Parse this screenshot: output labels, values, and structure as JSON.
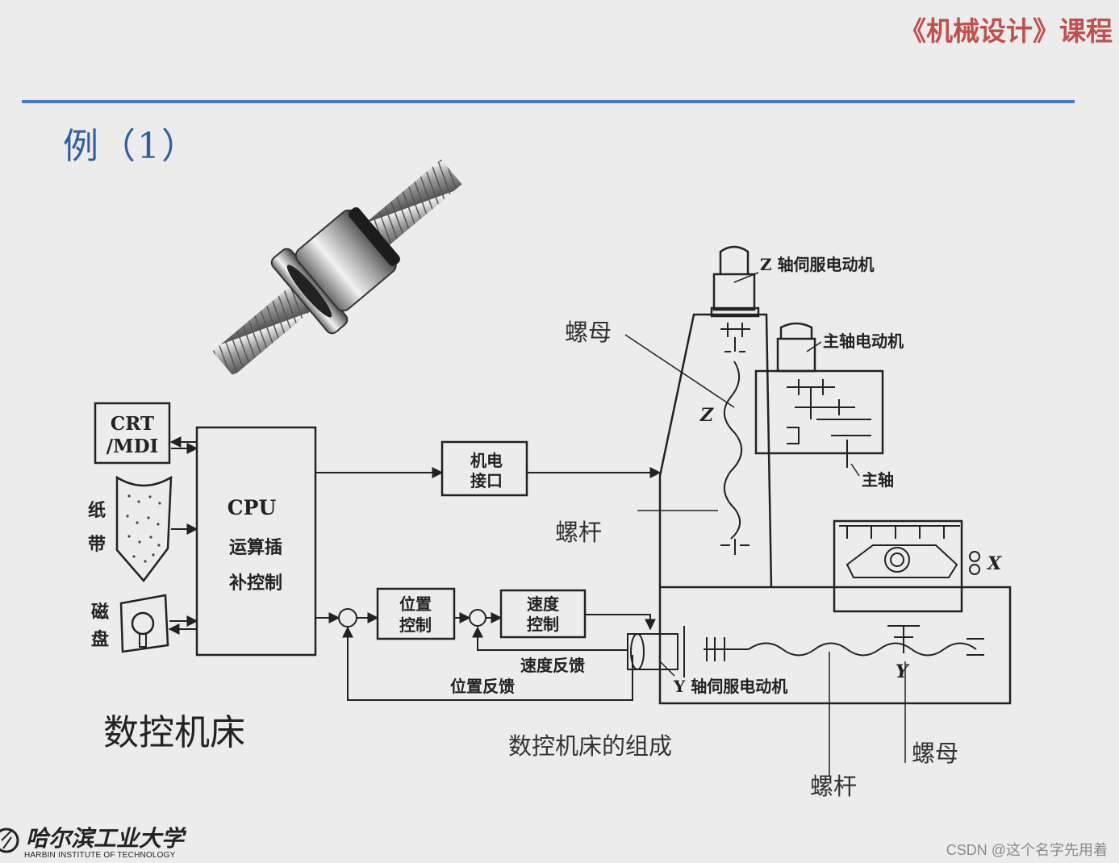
{
  "header": {
    "course_title": "《机械设计》课程",
    "example_heading": "例（1）"
  },
  "diagram": {
    "nodes": {
      "crt_line1": "CRT",
      "crt_line2": "/MDI",
      "paper_tape": [
        "纸",
        "带"
      ],
      "magnetic_disk": [
        "磁",
        "盘"
      ],
      "cpu_title": "CPU",
      "cpu_line1": "运算插",
      "cpu_line2": "补控制",
      "electromech_interface": [
        "机电",
        "接口"
      ],
      "position_control": [
        "位置",
        "控制"
      ],
      "speed_control": [
        "速度",
        "控制"
      ]
    },
    "edge_labels": {
      "speed_feedback": "速度反馈",
      "position_feedback": "位置反馈"
    },
    "machine_labels": {
      "z_servo_motor": "Z 轴伺服电动机",
      "spindle_motor": "主轴电动机",
      "spindle": "主轴",
      "y_servo_motor": "Y 轴伺服电动机",
      "z_axis": "Z",
      "x_axis": "X",
      "y_axis": "Y"
    },
    "annotations": {
      "nut_top": "螺母",
      "screw_mid": "螺杆",
      "screw_bottom": "螺杆",
      "nut_bottom": "螺母"
    }
  },
  "captions": {
    "cnc_machine": "数控机床",
    "figure_caption": "数控机床的组成"
  },
  "footer": {
    "university_name": "哈尔滨工业大学",
    "university_english": "HARBIN INSTITUTE OF TECHNOLOGY",
    "watermark": "CSDN @这个名字先用着"
  }
}
